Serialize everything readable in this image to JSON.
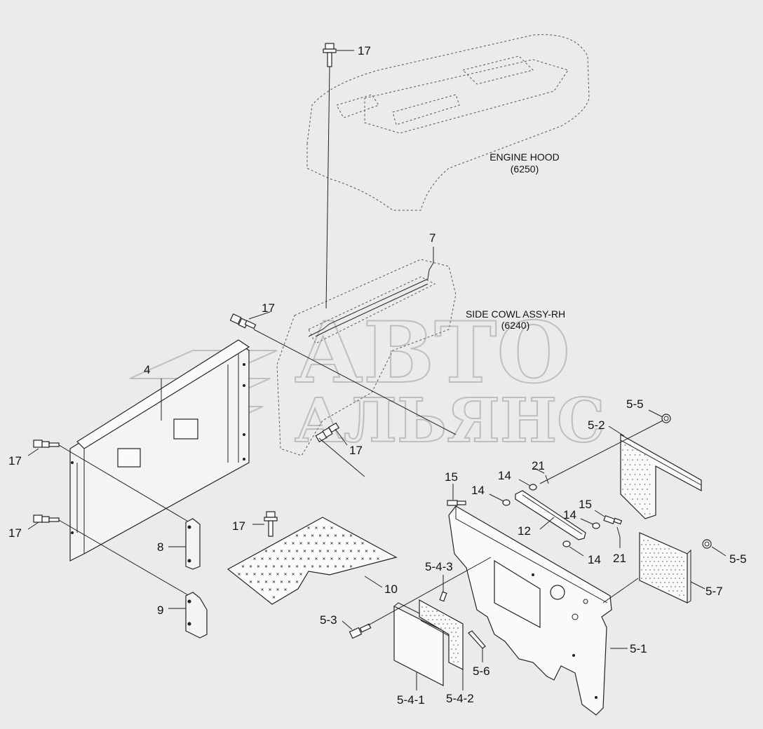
{
  "annotations": {
    "engine_hood": [
      "ENGINE HOOD",
      "(6250)"
    ],
    "side_cowl": [
      "SIDE COWL ASSY-RH",
      "(6240)"
    ]
  },
  "watermark": {
    "line1": "АВТО",
    "line2": "АЛЬЯНС"
  },
  "labels": {
    "p17_top": "17",
    "p7": "7",
    "p17_a": "17",
    "p4": "4",
    "p17_b": "17",
    "p17_c": "17",
    "p17_d": "17",
    "p5_5_a": "5-5",
    "p5_2": "5-2",
    "p21_a": "21",
    "p14_a": "14",
    "p15_a": "15",
    "p14_b": "14",
    "p12": "12",
    "p14_c": "14",
    "p15_b": "15",
    "p14_d": "14",
    "p21_b": "21",
    "p17_e": "17",
    "p8": "8",
    "p9": "9",
    "p10": "10",
    "p5_4_3": "5-4-3",
    "p5_3": "5-3",
    "p5_6": "5-6",
    "p5_4_1": "5-4-1",
    "p5_4_2": "5-4-2",
    "p5_1": "5-1",
    "p5_5_b": "5-5",
    "p5_7": "5-7"
  }
}
